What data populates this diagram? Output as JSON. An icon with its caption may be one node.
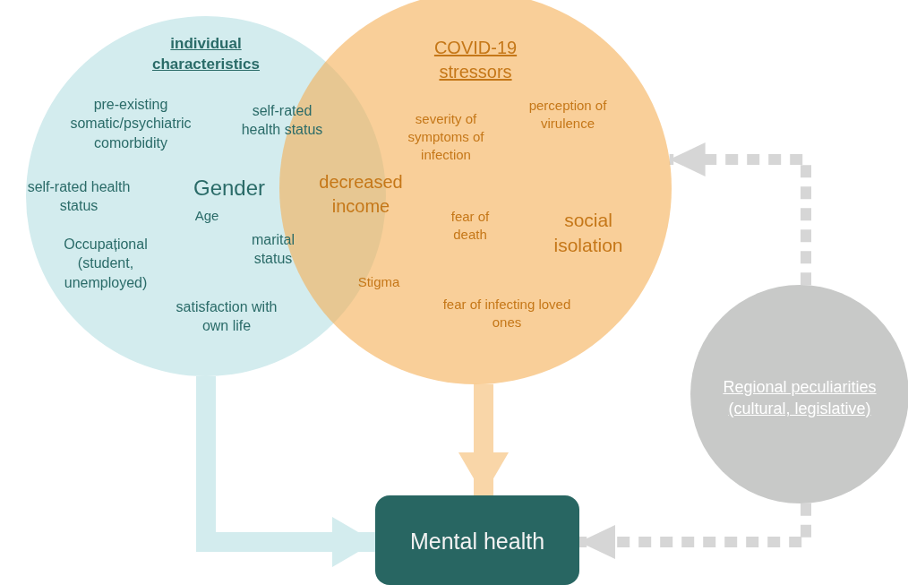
{
  "diagram": {
    "nodes": [
      {
        "text": [
          "individual characteristics",
          "pre-existing somatic/psychiatric comorbidity",
          "self-rated health status",
          "self-rated health status",
          "Gender",
          "Age",
          "Occupațional (student, unemployed)",
          "marital status",
          "satisfaction with own life"
        ]
      },
      {
        "text": [
          "COVID-19 stressors",
          "severity of symptoms of infection",
          "perception of virulence",
          "fear of death",
          "social isolation",
          "fear of infecting loved ones"
        ]
      },
      {
        "text": [
          "Regional peculiarities (cultural, legislative)"
        ]
      },
      {
        "text": [
          "Mental health"
        ]
      }
    ],
    "edges": [
      {
        "from": 0,
        "to": 3,
        "arrow": "to",
        "style": "thick",
        "color": "#d3ecee"
      },
      {
        "from": 1,
        "to": 3,
        "arrow": "to",
        "style": "thick",
        "color": "#f9d6a8"
      },
      {
        "from": 2,
        "to": 3,
        "arrow": "to",
        "style": "dashed",
        "color": "#d6d6d6"
      },
      {
        "from": 2,
        "to": 1,
        "arrow": "to",
        "style": "dashed",
        "color": "#d6d6d6"
      }
    ],
    "labels": [
      "decreased income",
      "Stigma"
    ]
  }
}
